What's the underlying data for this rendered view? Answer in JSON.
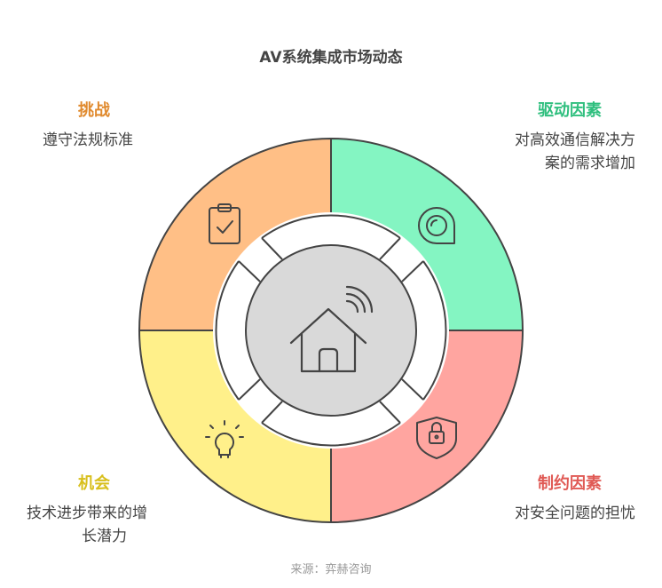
{
  "title": "AV系统集成市场动态",
  "source": "来源：弈赫咨询",
  "colors": {
    "challenge": "#ffbf86",
    "driver": "#84f5c2",
    "opportunity": "#fff08a",
    "constraint": "#ffa5a0",
    "center": "#d9d9d9"
  },
  "quadrants": {
    "challenge": {
      "heading": "挑战",
      "desc_line1": "遵守法规标准",
      "icon": "clipboard-check-icon",
      "heading_color": "#e08a2e"
    },
    "driver": {
      "heading": "驱动因素",
      "desc_line1": "对高效通信解决方",
      "desc_line2": "案的需求增加",
      "icon": "chat-bubble-icon",
      "heading_color": "#2fbf7e"
    },
    "opportunity": {
      "heading": "机会",
      "desc_line1": "技术进步带来的增",
      "desc_line2": "长潜力",
      "icon": "lightbulb-icon",
      "heading_color": "#d8bf1c"
    },
    "constraint": {
      "heading": "制约因素",
      "desc_line1": "对安全问题的担忧",
      "icon": "padlock-shield-icon",
      "heading_color": "#e05a55"
    }
  },
  "center_icon": "smart-home-icon"
}
